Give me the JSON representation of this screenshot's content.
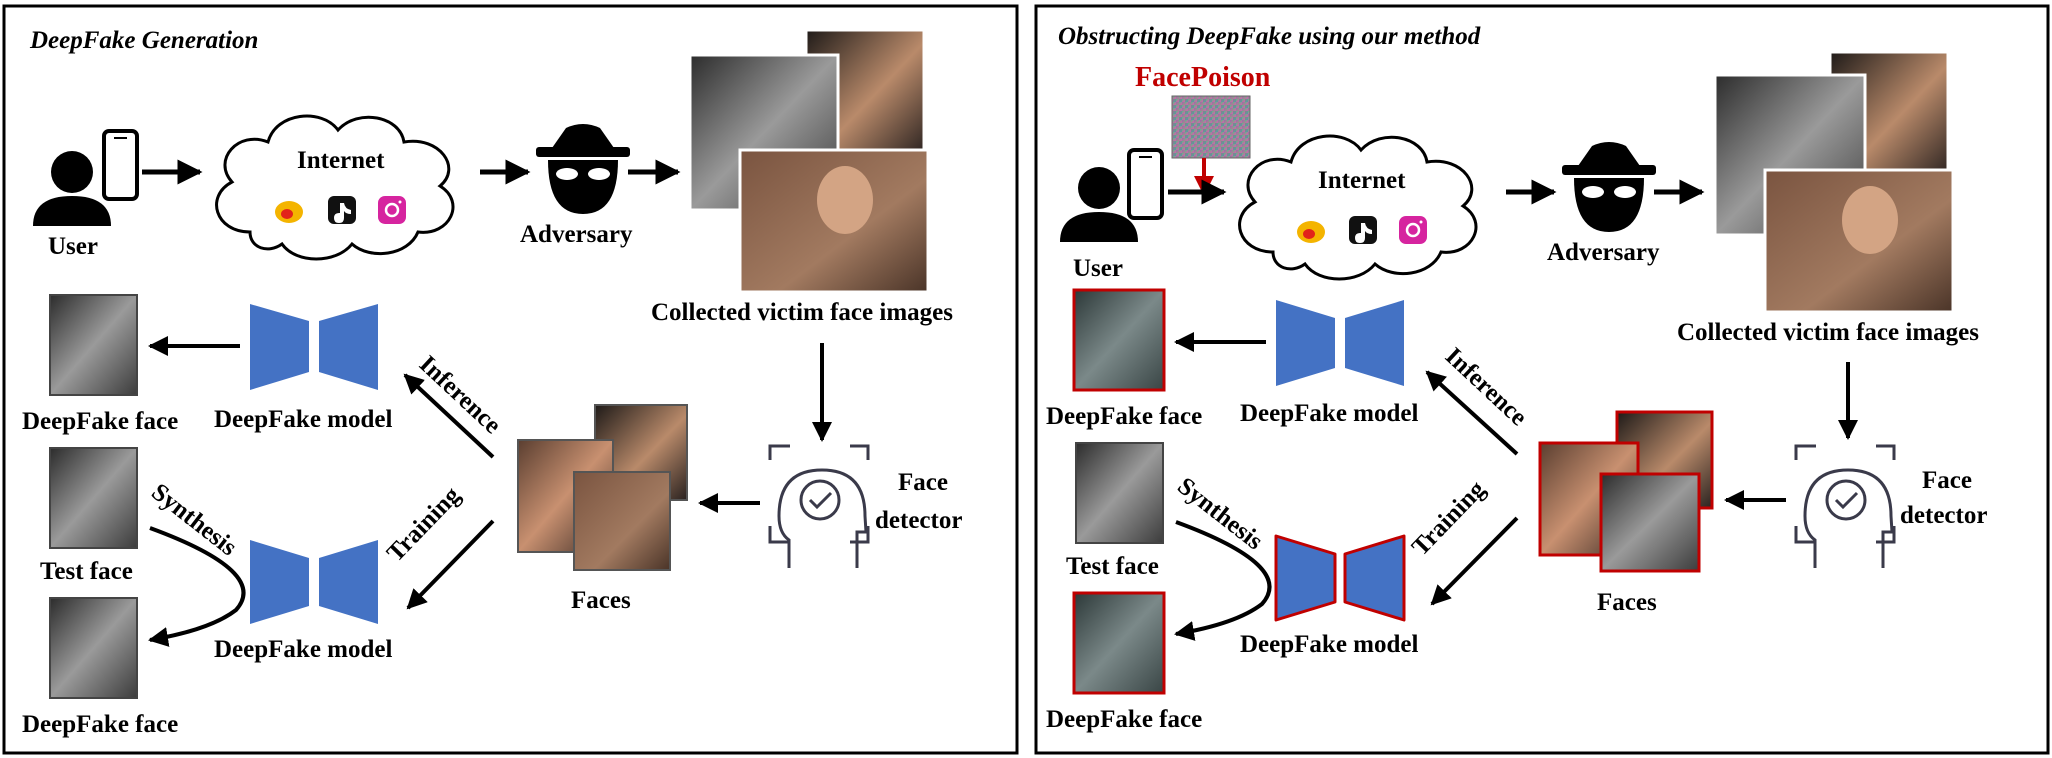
{
  "colors": {
    "model_blue": "#4472c4",
    "poison_red": "#c00000",
    "arrow": "#000000",
    "photo_tones": [
      "#6e4a36",
      "#2b2626",
      "#d7a37e",
      "#8b6b58",
      "#3a3430"
    ]
  },
  "left_panel": {
    "title": "DeepFake Generation",
    "user": "User",
    "internet": "Internet",
    "adversary": "Adversary",
    "collected": "Collected victim face images",
    "face_detector_1": "Face",
    "face_detector_2": "detector",
    "faces": "Faces",
    "inference": "Inference",
    "training": "Training",
    "synthesis": "Synthesis",
    "deepfake_model_top": "DeepFake model",
    "deepfake_model_bottom": "DeepFake model",
    "deepfake_face_top": "DeepFake face",
    "test_face": "Test face",
    "deepfake_face_bottom": "DeepFake face"
  },
  "right_panel": {
    "title": "Obstructing DeepFake using our method",
    "facepoison": "FacePoison",
    "user": "User",
    "internet": "Internet",
    "adversary": "Adversary",
    "collected": "Collected victim face images",
    "face_detector_1": "Face",
    "face_detector_2": "detector",
    "faces": "Faces",
    "inference": "Inference",
    "training": "Training",
    "synthesis": "Synthesis",
    "deepfake_model_top": "DeepFake model",
    "deepfake_model_bottom": "DeepFake model",
    "deepfake_face_top": "DeepFake face",
    "test_face": "Test face",
    "deepfake_face_bottom": "DeepFake face"
  },
  "icons": [
    "user-icon",
    "phone-icon",
    "cloud-icon",
    "weibo-icon",
    "tiktok-icon",
    "instagram-icon",
    "adversary-icon",
    "face-detector-icon",
    "model-icon",
    "noise-icon"
  ]
}
